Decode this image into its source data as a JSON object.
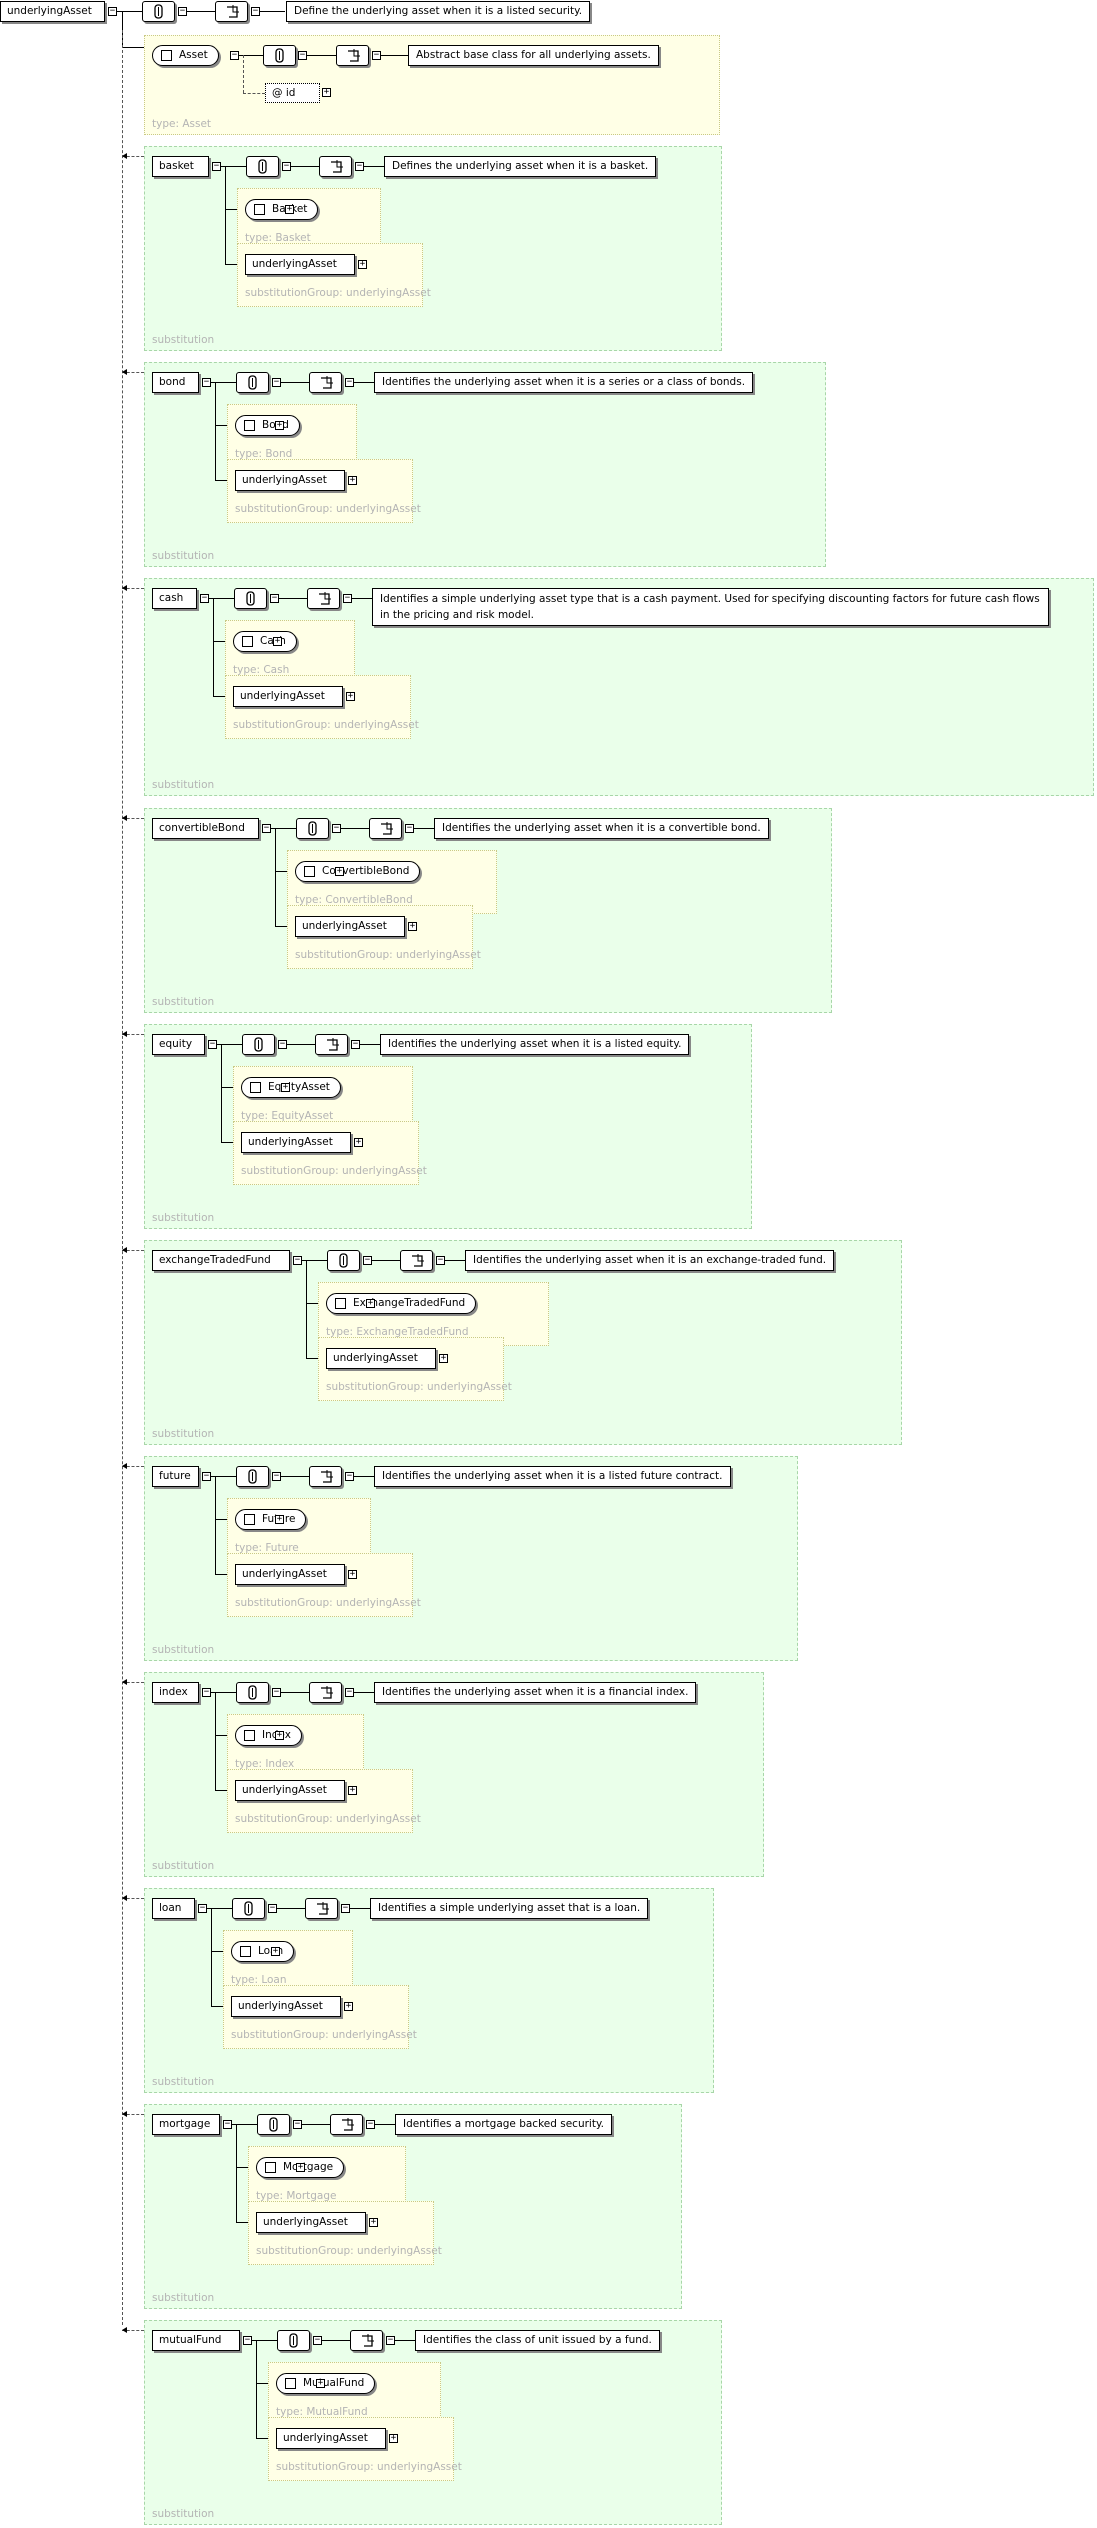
{
  "root": {
    "label": "underlyingAsset",
    "doc": "Define the underlying asset when it is a listed security.",
    "type_child": {
      "type_label": "Asset",
      "doc": "Abstract base class for all underlying assets.",
      "attribute": "@ id",
      "type_ref": "type: Asset"
    }
  },
  "substitutions": [
    {
      "name": "basket",
      "type": "Basket",
      "type_ref": "type: Basket",
      "doc": "Defines the underlying asset when it is a basket.",
      "sub_label": "underlyingAsset",
      "sub_group": "substitutionGroup: underlyingAsset",
      "footer": "substitution"
    },
    {
      "name": "bond",
      "type": "Bond",
      "type_ref": "type: Bond",
      "doc": "Identifies the underlying asset when it is a series or a class of bonds.",
      "sub_label": "underlyingAsset",
      "sub_group": "substitutionGroup: underlyingAsset",
      "footer": "substitution"
    },
    {
      "name": "cash",
      "type": "Cash",
      "type_ref": "type: Cash",
      "doc": "Identifies a simple underlying asset type that is a cash payment. Used for specifying discounting factors for future cash flows in the pricing and risk model.",
      "sub_label": "underlyingAsset",
      "sub_group": "substitutionGroup: underlyingAsset",
      "footer": "substitution"
    },
    {
      "name": "convertibleBond",
      "type": "ConvertibleBond",
      "type_ref": "type: ConvertibleBond",
      "doc": "Identifies the underlying asset when it is a convertible bond.",
      "sub_label": "underlyingAsset",
      "sub_group": "substitutionGroup: underlyingAsset",
      "footer": "substitution"
    },
    {
      "name": "equity",
      "type": "EquityAsset",
      "type_ref": "type: EquityAsset",
      "doc": "Identifies the underlying asset when it is a listed equity.",
      "sub_label": "underlyingAsset",
      "sub_group": "substitutionGroup: underlyingAsset",
      "footer": "substitution"
    },
    {
      "name": "exchangeTradedFund",
      "type": "ExchangeTradedFund",
      "type_ref": "type: ExchangeTradedFund",
      "doc": "Identifies the underlying asset when it is an exchange-traded fund.",
      "sub_label": "underlyingAsset",
      "sub_group": "substitutionGroup: underlyingAsset",
      "footer": "substitution"
    },
    {
      "name": "future",
      "type": "Future",
      "type_ref": "type: Future",
      "doc": "Identifies the underlying asset when it is a listed future contract.",
      "sub_label": "underlyingAsset",
      "sub_group": "substitutionGroup: underlyingAsset",
      "footer": "substitution"
    },
    {
      "name": "index",
      "type": "Index",
      "type_ref": "type: Index",
      "doc": "Identifies the underlying asset when it is a financial index.",
      "sub_label": "underlyingAsset",
      "sub_group": "substitutionGroup: underlyingAsset",
      "footer": "substitution"
    },
    {
      "name": "loan",
      "type": "Loan",
      "type_ref": "type: Loan",
      "doc": "Identifies a simple underlying asset that is a loan.",
      "sub_label": "underlyingAsset",
      "sub_group": "substitutionGroup: underlyingAsset",
      "footer": "substitution"
    },
    {
      "name": "mortgage",
      "type": "Mortgage",
      "type_ref": "type: Mortgage",
      "doc": "Identifies a mortgage backed security.",
      "sub_label": "underlyingAsset",
      "sub_group": "substitutionGroup: underlyingAsset",
      "footer": "substitution"
    },
    {
      "name": "mutualFund",
      "type": "MutualFund",
      "type_ref": "type: MutualFund",
      "doc": "Identifies the class of unit issued by a fund.",
      "sub_label": "underlyingAsset",
      "sub_group": "substitutionGroup: underlyingAsset",
      "footer": "substitution"
    }
  ],
  "icons": {
    "element": "element-box",
    "annotation": "annotation-icon",
    "sequence": "sequence-icon",
    "expand": "expand-plus-icon",
    "complex_type": "complex-type-icon"
  },
  "colors": {
    "type_fill": "#ffffe6",
    "substitution_fill": "#eaffea",
    "meta_text": "#b4b4b4"
  }
}
